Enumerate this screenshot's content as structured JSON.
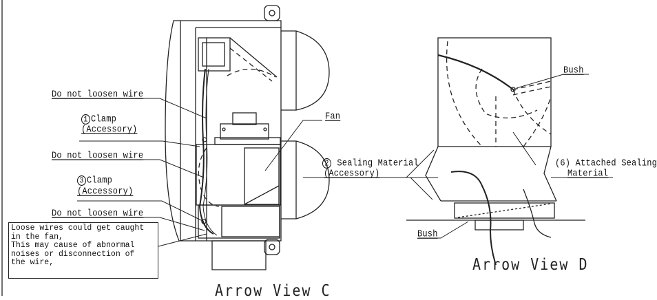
{
  "view_c": {
    "caption": "Arrow View C",
    "wire_label_1": "Do not loosen wire",
    "wire_label_2": "Do not loosen wire",
    "wire_label_3": "Do not loosen wire",
    "clamp1_num": "1",
    "clamp1_label": "Clamp",
    "clamp1_sub": "(Accessory)",
    "clamp3_num": "3",
    "clamp3_label": "Clamp",
    "clamp3_sub": "(Accessory)",
    "fan_label": "Fan",
    "warning_note": "Loose wires could get caught\nin the fan,\nThis may cause of abnormal\nnoises or disconnection of\nthe wire,"
  },
  "middle": {
    "sealing_num": "2",
    "sealing_label": "Sealing Material",
    "sealing_sub": "(Accessory)"
  },
  "view_d": {
    "caption": "Arrow View D",
    "bush_label_top": "Bush",
    "bush_label_bottom": "Bush",
    "attached_label_1": "(6) Attached Sealing",
    "attached_label_2": "Material"
  },
  "colors": {
    "line": "#222222",
    "background": "#ffffff"
  }
}
